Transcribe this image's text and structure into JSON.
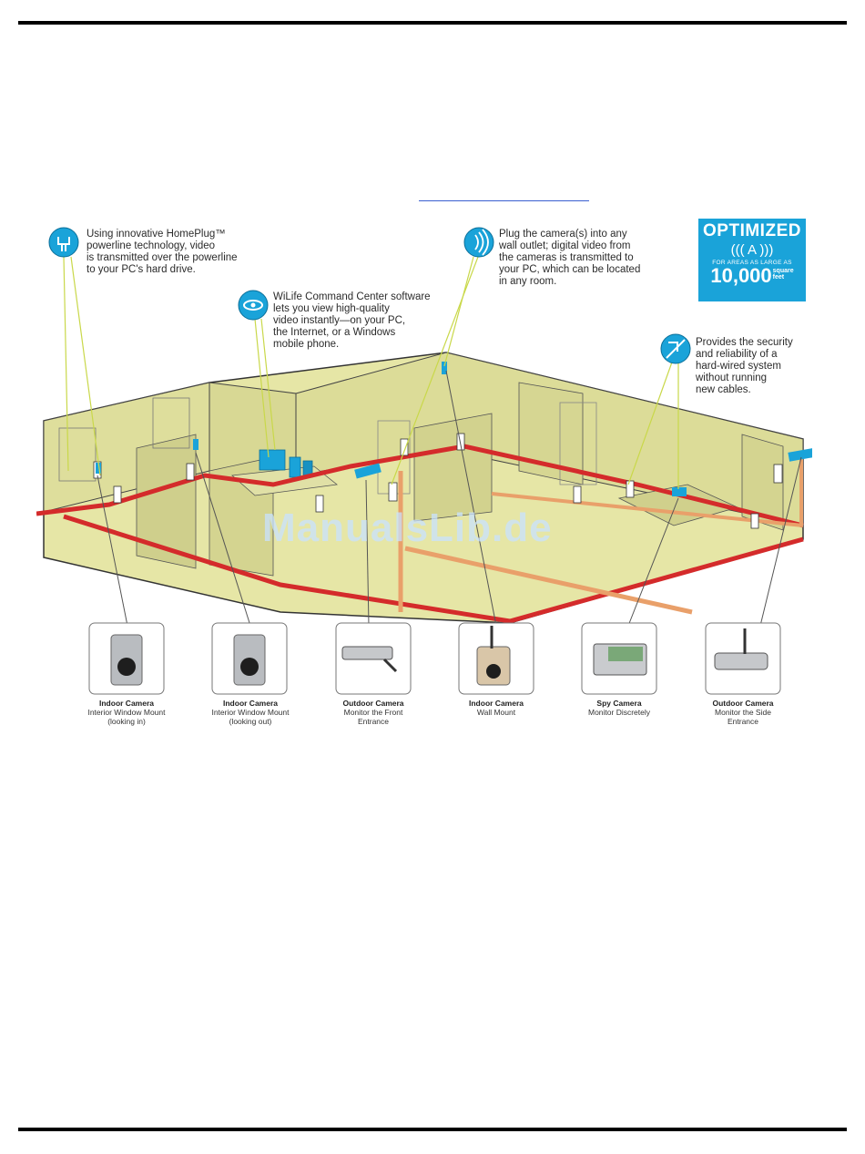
{
  "callouts": {
    "homeplug": [
      "Using innovative HomePlug™",
      "powerline technology, video",
      "is transmitted over the powerline",
      "to your PC's hard drive."
    ],
    "software": [
      "WiLife Command Center software",
      "lets you view high-quality",
      "video instantly—on your PC,",
      "the Internet, or a Windows",
      "mobile phone."
    ],
    "plug": [
      "Plug the camera(s) into any",
      "wall outlet; digital video from",
      "the cameras is transmitted to",
      "your PC, which can be located",
      "in any room."
    ],
    "security": [
      "Provides the security",
      "and reliability of a",
      "hard-wired system",
      "without running",
      "new cables."
    ]
  },
  "badge": {
    "title": "OPTIMIZED",
    "waves": "((( A )))",
    "subtitle": "FOR AREAS AS LARGE AS",
    "number": "10,000",
    "unit_line1": "square",
    "unit_line2": "feet"
  },
  "cameras": [
    {
      "title": "Indoor Camera",
      "lines": [
        "Interior Window Mount",
        "(looking in)"
      ]
    },
    {
      "title": "Indoor Camera",
      "lines": [
        "Interior Window Mount",
        "(looking out)"
      ]
    },
    {
      "title": "Outdoor Camera",
      "lines": [
        "Monitor the Front",
        "Entrance"
      ]
    },
    {
      "title": "Indoor Camera",
      "lines": [
        "Wall Mount"
      ]
    },
    {
      "title": "Spy Camera",
      "lines": [
        "Monitor Discretely"
      ]
    },
    {
      "title": "Outdoor Camera",
      "lines": [
        "Monitor the Side",
        "Entrance"
      ]
    }
  ],
  "watermark": "ManualsLib.de",
  "colors": {
    "floor": "#e6e6a6",
    "wall": "#dcdc98",
    "powerline_red": "#d42b2b",
    "powerline_orange": "#e9a06a",
    "accent_blue": "#1aa3d9",
    "leader_line": "#c9d84a"
  }
}
